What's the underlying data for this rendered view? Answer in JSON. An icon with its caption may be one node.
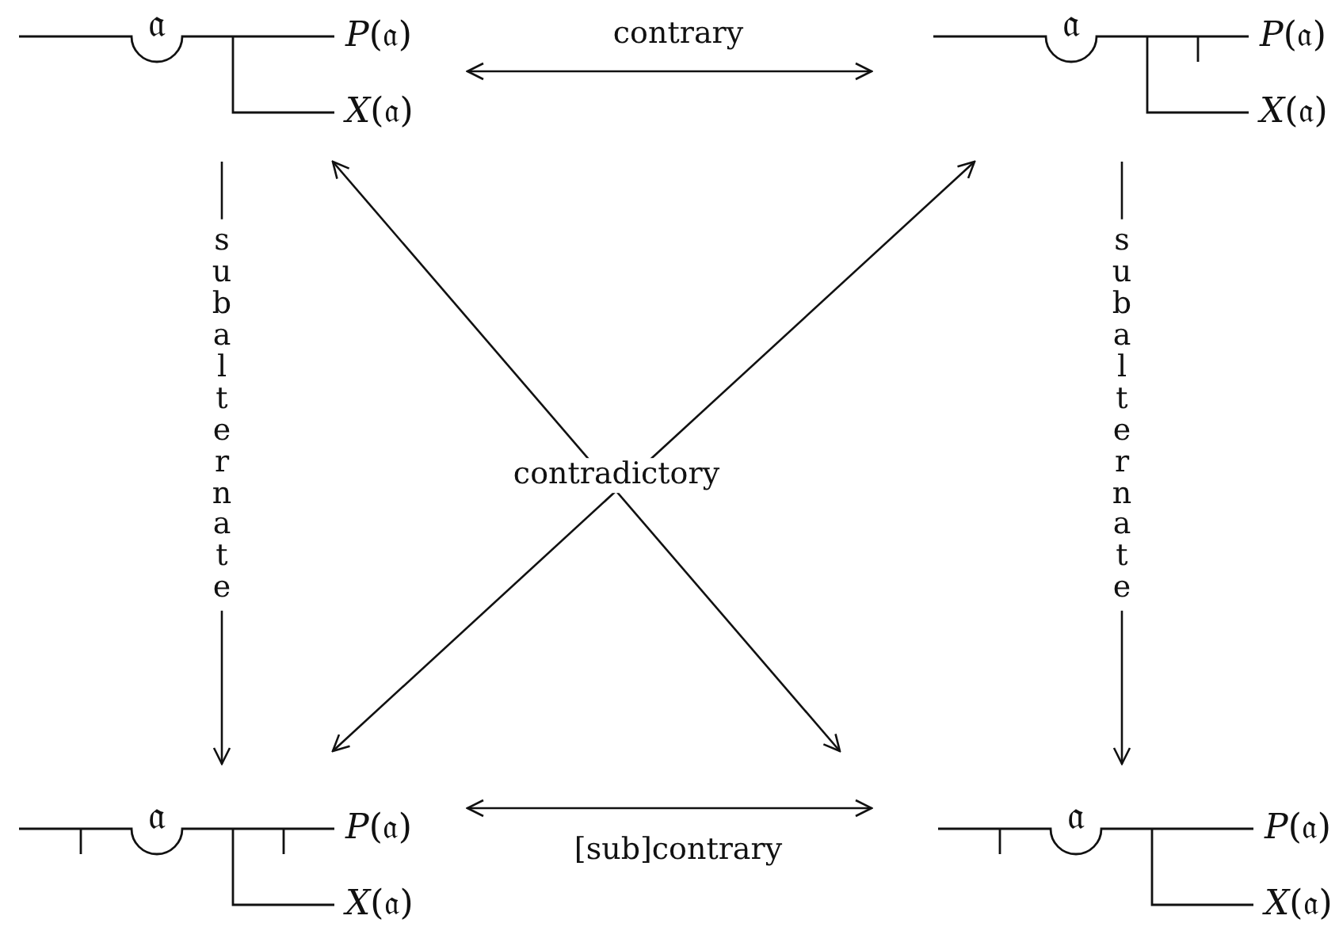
{
  "diagram": {
    "nodes": [
      {
        "text": [
          "𝔞",
          "*P*(𝔞)",
          "*X*(𝔞)"
        ]
      },
      {
        "text": [
          "𝔞",
          "*P*(𝔞)",
          "*X*(𝔞)"
        ]
      },
      {
        "text": [
          "𝔞",
          "*P*(𝔞)",
          "*X*(𝔞)"
        ]
      },
      {
        "text": [
          "𝔞",
          "*P*(𝔞)",
          "*X*(𝔞)"
        ]
      }
    ],
    "edges": [
      {
        "from": 0,
        "to": 1,
        "arrow": "both",
        "label": "contrary"
      },
      {
        "from": 0,
        "to": 2,
        "arrow": "to",
        "label": "subalternate"
      },
      {
        "from": 1,
        "to": 3,
        "arrow": "to",
        "label": "subalternate"
      },
      {
        "from": 0,
        "to": 3,
        "arrow": "both",
        "label": "contradictory"
      },
      {
        "from": 1,
        "to": 2,
        "arrow": "both"
      },
      {
        "from": 2,
        "to": 3,
        "arrow": "both",
        "label": "[sub]contrary"
      }
    ]
  }
}
